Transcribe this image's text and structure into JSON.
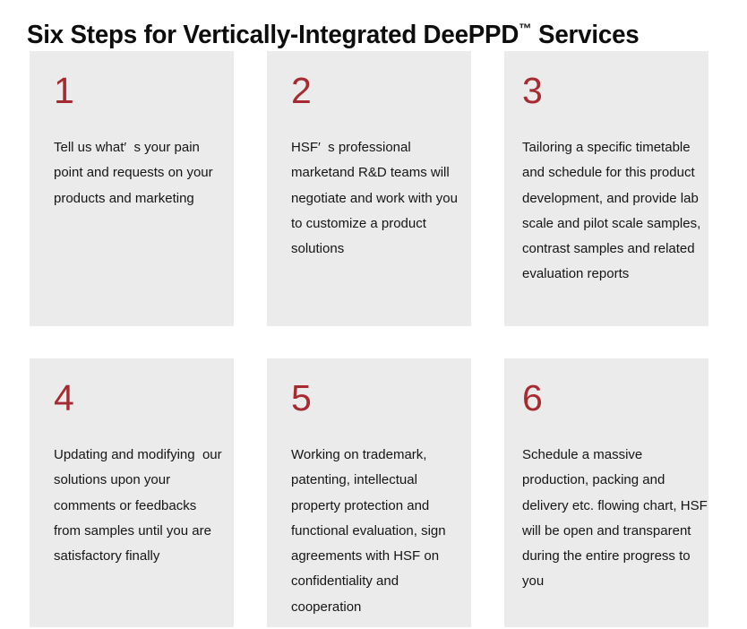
{
  "page": {
    "title": "Six Steps for Vertically-Integrated DeePPD",
    "title_tm": "™",
    "title_suffix": " Services",
    "background_color": "#ffffff"
  },
  "theme": {
    "card_background": "#ebebeb",
    "number_color": "#a62b31",
    "text_color": "#151515",
    "title_color": "#0d0d0d"
  },
  "steps": [
    {
      "number": "1",
      "text": "Tell us what′  s your pain point and requests on your products and marketing"
    },
    {
      "number": "2",
      "text": "HSF′  s professional marketand R&D teams will negotiate and work with you to customize a product solutions"
    },
    {
      "number": "3",
      "text": "Tailoring a specific timetable and schedule for this product development, and provide lab scale and pilot scale samples, contrast samples and related evaluation reports"
    },
    {
      "number": "4",
      "text": "Updating and modifying  our solutions upon your comments or feedbacks from samples until you are satisfactory finally"
    },
    {
      "number": "5",
      "text": "Working on trademark, patenting, intellectual property protection and functional evaluation, sign agreements with HSF on confidentiality and cooperation"
    },
    {
      "number": "6",
      "text": "Schedule a massive production, packing and delivery etc. flowing chart, HSF will be open and transparent during the entire progress to you"
    }
  ]
}
